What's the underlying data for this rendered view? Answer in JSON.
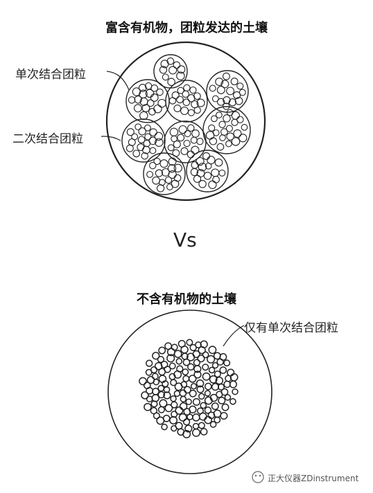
{
  "top": {
    "title": "富含有机物，团粒发达的土壤",
    "label_primary": "单次结合团粒",
    "label_secondary": "二次结合团粒"
  },
  "vs_text": "Vs",
  "bottom": {
    "title": "不含有机物的土壤",
    "label_primary": "仅有单次结合团粒"
  },
  "watermark": {
    "icon": "wechat-icon",
    "text": "正大仪器ZDinstrument"
  },
  "colors": {
    "line": "#222222",
    "background": "#ffffff"
  }
}
